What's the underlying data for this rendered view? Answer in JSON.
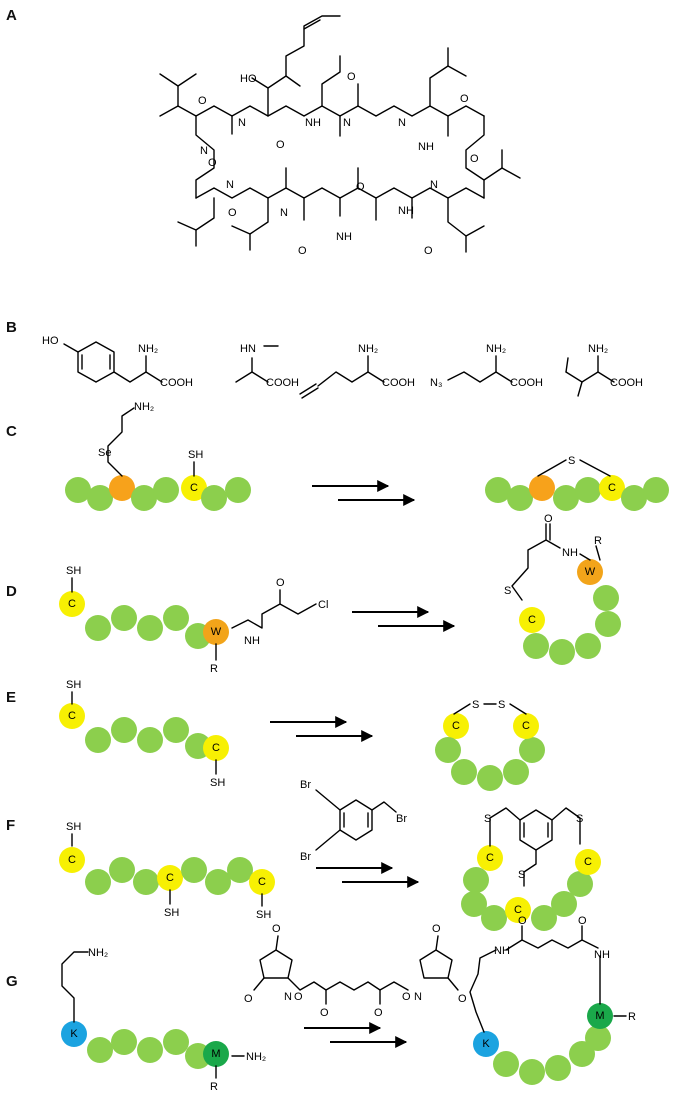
{
  "panels": {
    "A": "A",
    "B": "B",
    "C": "C",
    "D": "D",
    "E": "E",
    "F": "F",
    "G": "G"
  },
  "atoms": {
    "ho": "HO",
    "nh2": "NH₂",
    "nh": "NH",
    "hn": "HN",
    "n": "N",
    "o": "O",
    "cooh": "COOH",
    "n3": "N₃",
    "se": "Se",
    "sh": "SH",
    "s": "S",
    "cl": "Cl",
    "br": "Br",
    "r": "R"
  },
  "residues": {
    "cys": "C",
    "trp": "W",
    "lys": "K",
    "met": "M"
  },
  "colors": {
    "bead": "#8ccf4d",
    "cysteine": "#f7f003",
    "selenocysteine": "#f7a21b",
    "tryptophan": "#f2a41a",
    "lysine": "#1ba3e0",
    "methionine": "#1aa84a"
  }
}
